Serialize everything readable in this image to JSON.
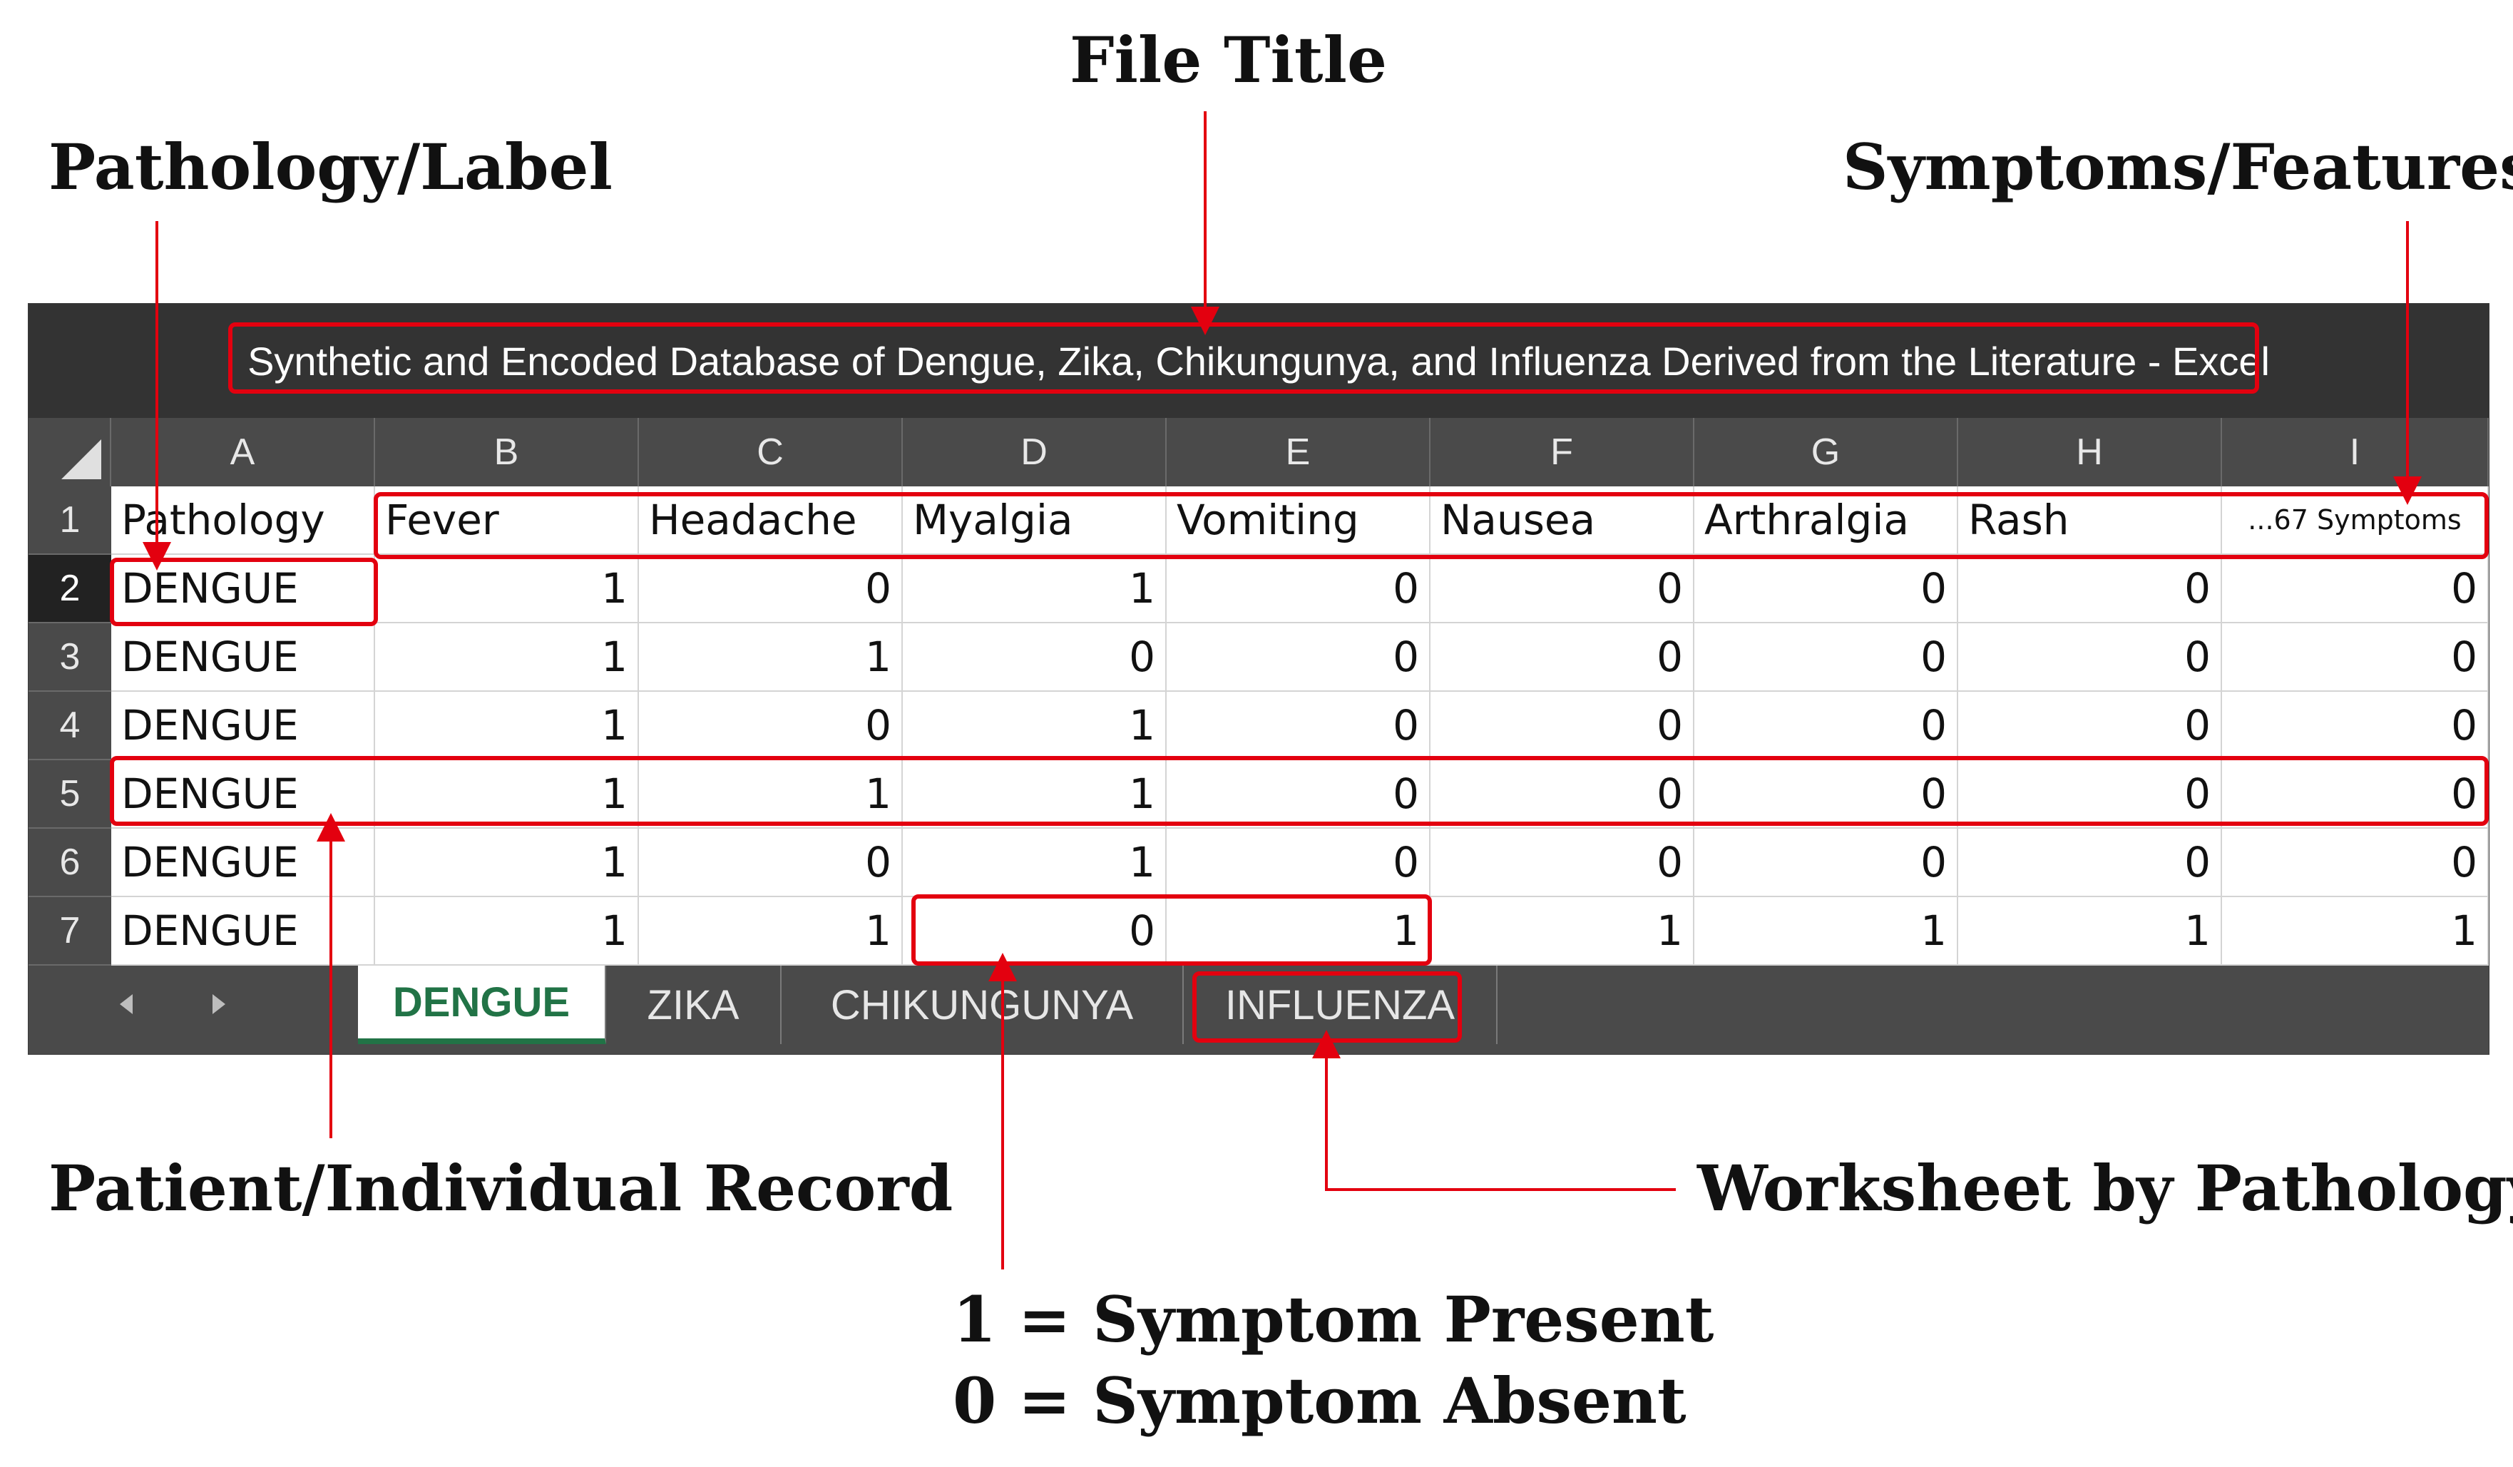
{
  "callouts": {
    "file_title": "File Title",
    "pathology_label": "Pathology/Label",
    "symptoms_features": "Symptoms/Features",
    "patient_record": "Patient/Individual Record",
    "worksheet_by_pathology": "Worksheet by Pathology",
    "legend_present": "1 = Symptom Present",
    "legend_absent": "0 = Symptom Absent"
  },
  "window": {
    "title": "Synthetic and Encoded Database of Dengue, Zika, Chikungunya, and Influenza Derived from the Literature  -  Excel"
  },
  "sheet": {
    "columns": [
      "A",
      "B",
      "C",
      "D",
      "E",
      "F",
      "G",
      "H",
      "I"
    ],
    "row_numbers": [
      "1",
      "2",
      "3",
      "4",
      "5",
      "6",
      "7"
    ],
    "headers": [
      "Pathology",
      "Fever",
      "Headache",
      "Myalgia",
      "Vomiting",
      "Nausea",
      "Arthralgia",
      "Rash",
      "...67 Symptoms"
    ],
    "rows": [
      [
        "DENGUE",
        "1",
        "0",
        "1",
        "0",
        "0",
        "0",
        "0",
        "0"
      ],
      [
        "DENGUE",
        "1",
        "1",
        "0",
        "0",
        "0",
        "0",
        "0",
        "0"
      ],
      [
        "DENGUE",
        "1",
        "0",
        "1",
        "0",
        "0",
        "0",
        "0",
        "0"
      ],
      [
        "DENGUE",
        "1",
        "1",
        "1",
        "0",
        "0",
        "0",
        "0",
        "0"
      ],
      [
        "DENGUE",
        "1",
        "0",
        "1",
        "0",
        "0",
        "0",
        "0",
        "0"
      ],
      [
        "DENGUE",
        "1",
        "1",
        "0",
        "1",
        "1",
        "1",
        "1",
        "1"
      ]
    ]
  },
  "tabs": [
    "DENGUE",
    "ZIKA",
    "CHIKUNGUNYA",
    "INFLUENZA"
  ],
  "active_tab": "DENGUE",
  "colors": {
    "highlight": "#e3000f",
    "titlebar": "#333333",
    "active_tab_text": "#217346"
  }
}
